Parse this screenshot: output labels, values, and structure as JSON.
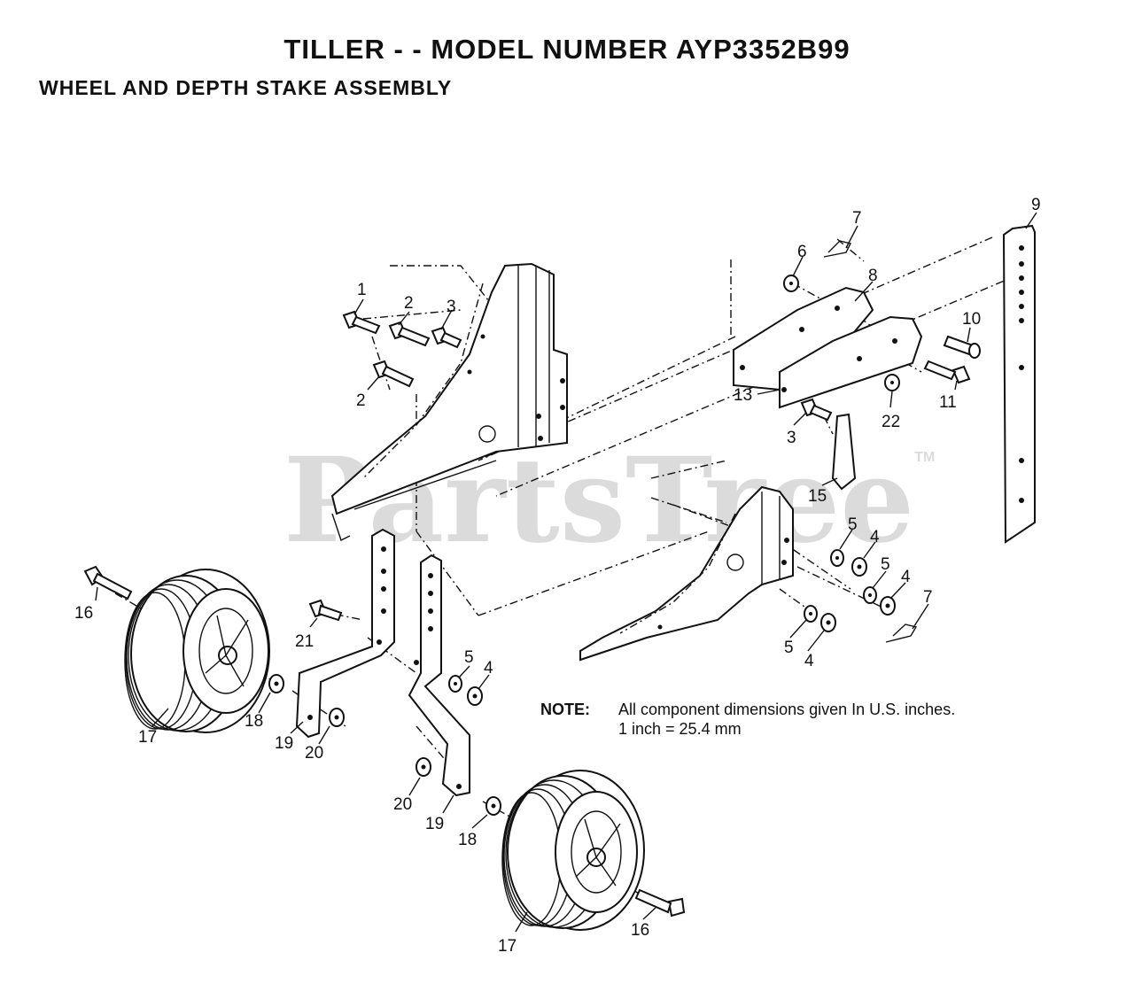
{
  "header": {
    "title": "TILLER - - MODEL NUMBER AYP3352B99",
    "subtitle": "WHEEL AND DEPTH STAKE ASSEMBLY"
  },
  "note": {
    "label": "NOTE:",
    "line1": "All component dimensions given In U.S. inches.",
    "line2": "1 inch = 25.4 mm"
  },
  "watermark": {
    "text": "PartsTree",
    "mark": "TM"
  },
  "callouts": [
    {
      "id": "c1",
      "text": "1"
    },
    {
      "id": "c2a",
      "text": "2"
    },
    {
      "id": "c2b",
      "text": "2"
    },
    {
      "id": "c3a",
      "text": "3"
    },
    {
      "id": "c3b",
      "text": "3"
    },
    {
      "id": "c4a",
      "text": "4"
    },
    {
      "id": "c4b",
      "text": "4"
    },
    {
      "id": "c4c",
      "text": "4"
    },
    {
      "id": "c4d",
      "text": "4"
    },
    {
      "id": "c5a",
      "text": "5"
    },
    {
      "id": "c5b",
      "text": "5"
    },
    {
      "id": "c5c",
      "text": "5"
    },
    {
      "id": "c5d",
      "text": "5"
    },
    {
      "id": "c6",
      "text": "6"
    },
    {
      "id": "c7a",
      "text": "7"
    },
    {
      "id": "c7b",
      "text": "7"
    },
    {
      "id": "c8",
      "text": "8"
    },
    {
      "id": "c9",
      "text": "9"
    },
    {
      "id": "c10",
      "text": "10"
    },
    {
      "id": "c11",
      "text": "11"
    },
    {
      "id": "c13",
      "text": "13"
    },
    {
      "id": "c15",
      "text": "15"
    },
    {
      "id": "c16a",
      "text": "16"
    },
    {
      "id": "c16b",
      "text": "16"
    },
    {
      "id": "c17a",
      "text": "17"
    },
    {
      "id": "c17b",
      "text": "17"
    },
    {
      "id": "c18a",
      "text": "18"
    },
    {
      "id": "c18b",
      "text": "18"
    },
    {
      "id": "c19a",
      "text": "19"
    },
    {
      "id": "c19b",
      "text": "19"
    },
    {
      "id": "c20a",
      "text": "20"
    },
    {
      "id": "c20b",
      "text": "20"
    },
    {
      "id": "c21",
      "text": "21"
    },
    {
      "id": "c22",
      "text": "22"
    }
  ]
}
